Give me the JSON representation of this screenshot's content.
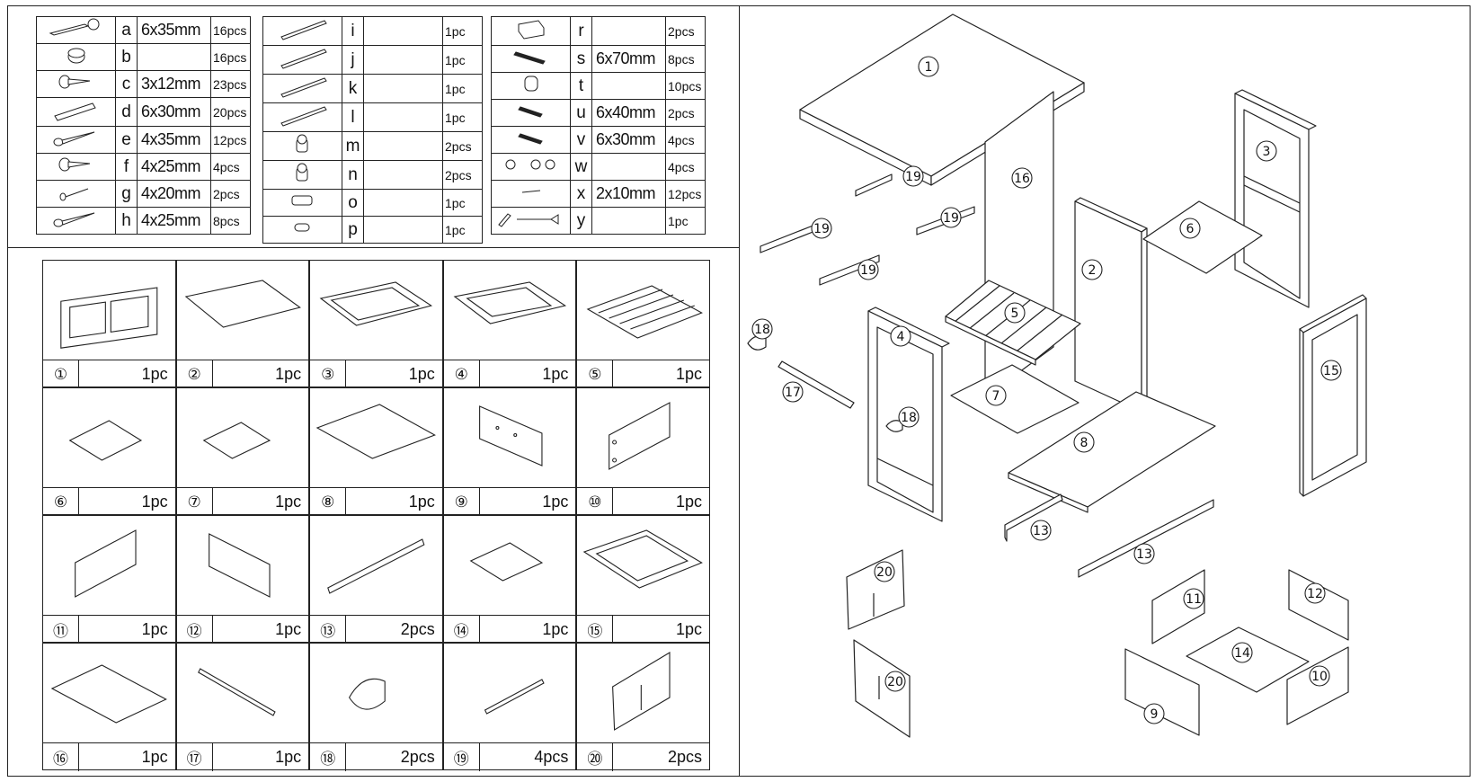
{
  "hardware": {
    "col1": [
      {
        "letter": "a",
        "size": "6x35mm",
        "qty": "16pcs",
        "icon": "cam-bolt-icon"
      },
      {
        "letter": "b",
        "size": "",
        "qty": "16pcs",
        "icon": "cam-lock-icon"
      },
      {
        "letter": "c",
        "size": "3x12mm",
        "qty": "23pcs",
        "icon": "short-screw-icon"
      },
      {
        "letter": "d",
        "size": "6x30mm",
        "qty": "20pcs",
        "icon": "wooden-dowel-icon"
      },
      {
        "letter": "e",
        "size": "4x35mm",
        "qty": "12pcs",
        "icon": "wood-screw-icon"
      },
      {
        "letter": "f",
        "size": "4x25mm",
        "qty": "4pcs",
        "icon": "short-screw-icon"
      },
      {
        "letter": "g",
        "size": "4x20mm",
        "qty": "2pcs",
        "icon": "small-screw-icon"
      },
      {
        "letter": "h",
        "size": "4x25mm",
        "qty": "8pcs",
        "icon": "wood-screw-icon"
      }
    ],
    "col2": [
      {
        "letter": "i",
        "size": "",
        "qty": "1pc",
        "icon": "drawer-slide-icon"
      },
      {
        "letter": "j",
        "size": "",
        "qty": "1pc",
        "icon": "drawer-slide-icon"
      },
      {
        "letter": "k",
        "size": "",
        "qty": "1pc",
        "icon": "drawer-slide-icon"
      },
      {
        "letter": "l",
        "size": "",
        "qty": "1pc",
        "icon": "drawer-slide-icon"
      },
      {
        "letter": "m",
        "size": "",
        "qty": "2pcs",
        "icon": "hinge-icon"
      },
      {
        "letter": "n",
        "size": "",
        "qty": "2pcs",
        "icon": "hinge-icon"
      },
      {
        "letter": "o",
        "size": "",
        "qty": "1pc",
        "icon": "latch-icon"
      },
      {
        "letter": "p",
        "size": "",
        "qty": "1pc",
        "icon": "strike-plate-icon"
      }
    ],
    "col3": [
      {
        "letter": "r",
        "size": "",
        "qty": "2pcs",
        "icon": "bracket-icon"
      },
      {
        "letter": "s",
        "size": "6x70mm",
        "qty": "8pcs",
        "icon": "long-bolt-icon"
      },
      {
        "letter": "t",
        "size": "",
        "qty": "10pcs",
        "icon": "barrel-nut-icon"
      },
      {
        "letter": "u",
        "size": "6x40mm",
        "qty": "2pcs",
        "icon": "bolt-icon"
      },
      {
        "letter": "v",
        "size": "6x30mm",
        "qty": "4pcs",
        "icon": "bolt-icon"
      },
      {
        "letter": "w",
        "size": "",
        "qty": "4pcs",
        "icon": "nut-washer-icon"
      },
      {
        "letter": "x",
        "size": "2x10mm",
        "qty": "12pcs",
        "icon": "pin-nail-icon"
      },
      {
        "letter": "y",
        "size": "",
        "qty": "1pc",
        "icon": "allen-key-wrench-icon"
      }
    ]
  },
  "parts": [
    {
      "num": "①",
      "qty": "1pc"
    },
    {
      "num": "②",
      "qty": "1pc"
    },
    {
      "num": "③",
      "qty": "1pc"
    },
    {
      "num": "④",
      "qty": "1pc"
    },
    {
      "num": "⑤",
      "qty": "1pc"
    },
    {
      "num": "⑥",
      "qty": "1pc"
    },
    {
      "num": "⑦",
      "qty": "1pc"
    },
    {
      "num": "⑧",
      "qty": "1pc"
    },
    {
      "num": "⑨",
      "qty": "1pc"
    },
    {
      "num": "⑩",
      "qty": "1pc"
    },
    {
      "num": "⑪",
      "qty": "1pc"
    },
    {
      "num": "⑫",
      "qty": "1pc"
    },
    {
      "num": "⑬",
      "qty": "2pcs"
    },
    {
      "num": "⑭",
      "qty": "1pc"
    },
    {
      "num": "⑮",
      "qty": "1pc"
    },
    {
      "num": "⑯",
      "qty": "1pc"
    },
    {
      "num": "⑰",
      "qty": "1pc"
    },
    {
      "num": "⑱",
      "qty": "2pcs"
    },
    {
      "num": "⑲",
      "qty": "4pcs"
    },
    {
      "num": "⑳",
      "qty": "2pcs"
    }
  ],
  "exploded_labels": {
    "p1": "1",
    "p2": "2",
    "p3": "3",
    "p4": "4",
    "p5": "5",
    "p6": "6",
    "p7": "7",
    "p8": "8",
    "p9": "9",
    "p10": "10",
    "p11": "11",
    "p12": "12",
    "p13": "13",
    "p14": "14",
    "p15": "15",
    "p16": "16",
    "p17": "17",
    "p18": "18",
    "p19": "19",
    "p20": "20"
  }
}
